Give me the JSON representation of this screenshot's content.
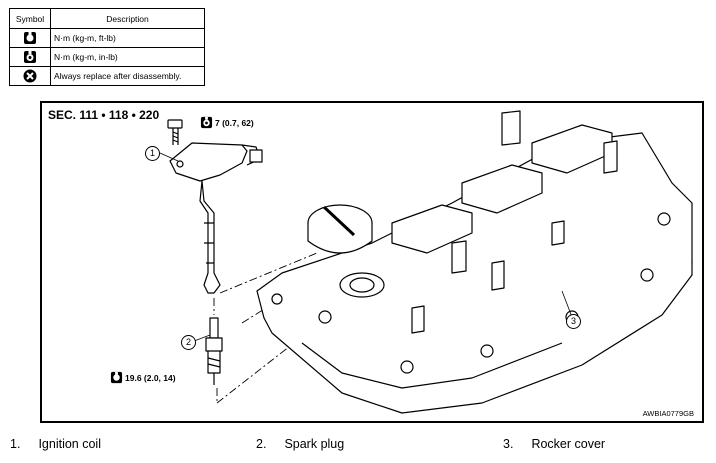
{
  "legend": {
    "headers": {
      "symbol": "Symbol",
      "description": "Description"
    },
    "rows": [
      {
        "icon": "torque-nm-icon",
        "text": "N·m (kg-m, ft-lb)"
      },
      {
        "icon": "torque-nm-inlb-icon",
        "text": "N·m (kg-m, in-lb)"
      },
      {
        "icon": "always-replace-icon",
        "text": "Always replace after disassembly."
      }
    ]
  },
  "diagram": {
    "section": "SEC. 111 • 118 • 220",
    "figure_code": "AWBIA0779GB",
    "torques": {
      "coil_bolt": "7 (0.7, 62)",
      "spark_plug": "19.6 (2.0, 14)"
    },
    "callouts": [
      "1",
      "2",
      "3"
    ]
  },
  "captions": [
    {
      "num": "1.",
      "label": "Ignition coil"
    },
    {
      "num": "2.",
      "label": "Spark plug"
    },
    {
      "num": "3.",
      "label": "Rocker cover"
    }
  ]
}
